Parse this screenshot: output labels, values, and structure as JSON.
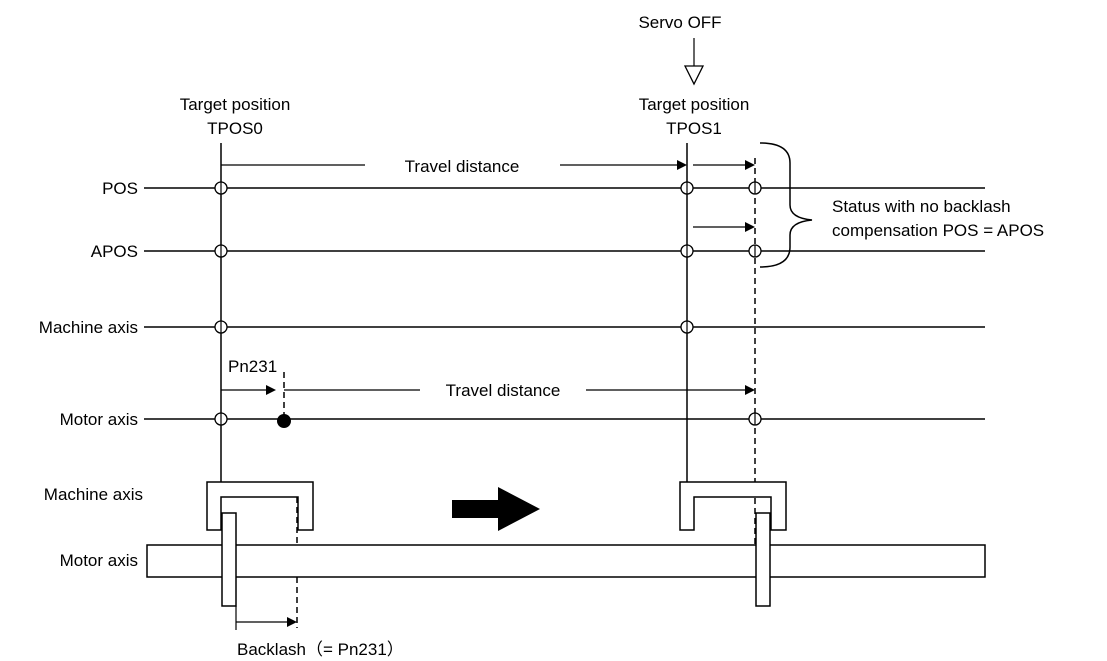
{
  "servo_off_label": "Servo OFF",
  "tpos0": {
    "line1": "Target position",
    "line2": "TPOS0"
  },
  "tpos1": {
    "line1": "Target position",
    "line2": "TPOS1"
  },
  "rows": {
    "pos": "POS",
    "apos": "APOS",
    "machine_axis": "Machine axis",
    "motor_axis": "Motor axis"
  },
  "travel_distance_label": "Travel distance",
  "pn231_label": "Pn231",
  "status_note": {
    "line1": "Status with no backlash",
    "line2": "compensation POS = APOS"
  },
  "mechanism": {
    "machine_axis": "Machine axis",
    "motor_axis": "Motor axis"
  },
  "backlash_label": "Backlash（= Pn231）"
}
